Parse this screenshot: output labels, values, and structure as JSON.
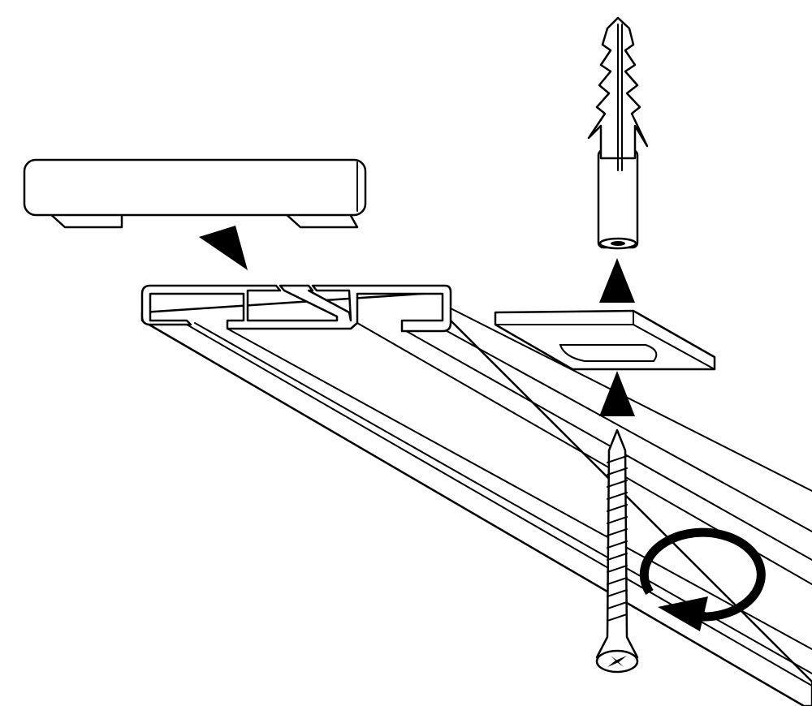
{
  "diagram": {
    "type": "assembly-instruction",
    "colors": {
      "line": "#000000",
      "background": "#ffffff"
    },
    "parts": [
      "end-cap",
      "curtain-rail",
      "mounting-bracket",
      "wall-plug",
      "screw"
    ],
    "arrows": [
      "end-cap-arrow",
      "plug-arrow",
      "screw-arrow",
      "rotation-arrow"
    ]
  }
}
